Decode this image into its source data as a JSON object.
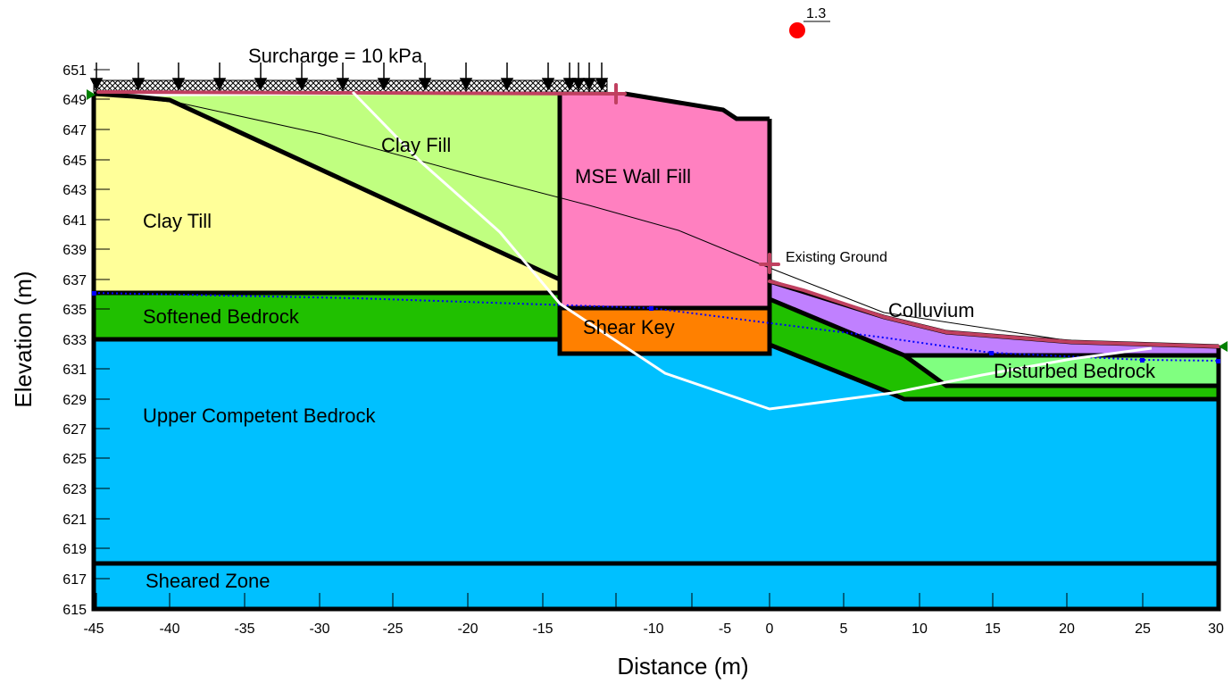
{
  "axes": {
    "x_title": "Distance (m)",
    "y_title": "Elevation (m)",
    "x_ticks": [
      "-45",
      "-40",
      "-35",
      "-30",
      "-25",
      "-20",
      "-15",
      "-10",
      "-5",
      "0",
      "5",
      "10",
      "15",
      "20",
      "25",
      "30"
    ],
    "y_ticks": [
      "615",
      "617",
      "619",
      "621",
      "623",
      "625",
      "627",
      "629",
      "631",
      "633",
      "635",
      "637",
      "639",
      "641",
      "643",
      "645",
      "647",
      "649",
      "651"
    ]
  },
  "labels": {
    "surcharge": "Surcharge = 10 kPa",
    "clay_fill": "Clay Fill",
    "mse_wall_fill": "MSE Wall Fill",
    "clay_till": "Clay Till",
    "existing_ground": "Existing Ground",
    "softened_bedrock": "Softened Bedrock",
    "shear_key": "Shear Key",
    "colluvium": "Colluvium",
    "disturbed_bedrock": "Disturbed Bedrock",
    "upper_competent_bedrock": "Upper Competent Bedrock",
    "sheared_zone": "Sheared Zone",
    "factor_of_safety": "1.3"
  },
  "colors": {
    "clay_till": "#FFFF99",
    "clay_fill": "#C0FF80",
    "mse_wall_fill": "#FF80C0",
    "softened_bedrock": "#20C000",
    "shear_key": "#FF8000",
    "colluvium": "#C080FF",
    "disturbed_bedrock": "#80FF80",
    "bedrock": "#00C0FF",
    "slip_surface": "#FFFFFF",
    "water_table": "#0000FF",
    "slip_center": "#FF0000",
    "entry_exit": "#C04060"
  },
  "chart_data": {
    "type": "slope-section",
    "x_range": [
      -45,
      30
    ],
    "y_range": [
      615,
      652
    ],
    "factor_of_safety": 1.3,
    "surcharge_kPa": 10,
    "materials": [
      "Clay Till",
      "Clay Fill",
      "MSE Wall Fill",
      "Softened Bedrock",
      "Shear Key",
      "Colluvium",
      "Disturbed Bedrock",
      "Upper Competent Bedrock",
      "Sheared Zone"
    ]
  }
}
